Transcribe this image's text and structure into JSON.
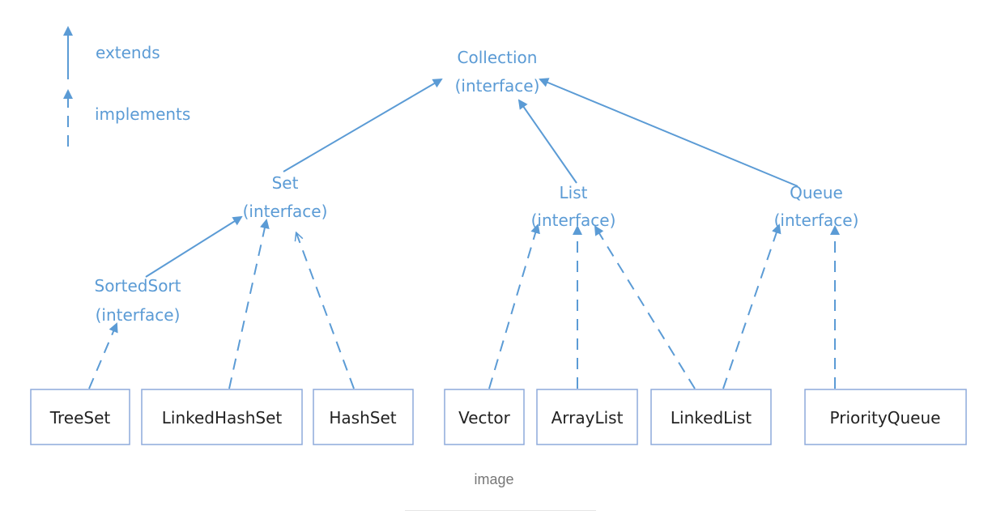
{
  "legend": {
    "extends_label": "extends",
    "implements_label": "implements"
  },
  "interfaces": {
    "collection": {
      "name": "Collection",
      "kind": "(interface)"
    },
    "set": {
      "name": "Set",
      "kind": "(interface)"
    },
    "list": {
      "name": "List",
      "kind": "(interface)"
    },
    "queue": {
      "name": "Queue",
      "kind": "(interface)"
    },
    "sortedsort": {
      "name": "SortedSort",
      "kind": "(interface)"
    }
  },
  "classes": {
    "treeset": "TreeSet",
    "linkedhashset": "LinkedHashSet",
    "hashset": "HashSet",
    "vector": "Vector",
    "arraylist": "ArrayList",
    "linkedlist": "LinkedList",
    "priorityqueue": "PriorityQueue"
  },
  "relations": [
    {
      "from": "Set",
      "to": "Collection",
      "type": "extends"
    },
    {
      "from": "List",
      "to": "Collection",
      "type": "extends"
    },
    {
      "from": "Queue",
      "to": "Collection",
      "type": "extends"
    },
    {
      "from": "SortedSort",
      "to": "Set",
      "type": "extends"
    },
    {
      "from": "TreeSet",
      "to": "SortedSort",
      "type": "implements"
    },
    {
      "from": "LinkedHashSet",
      "to": "Set",
      "type": "implements"
    },
    {
      "from": "HashSet",
      "to": "Set",
      "type": "implements"
    },
    {
      "from": "Vector",
      "to": "List",
      "type": "implements"
    },
    {
      "from": "ArrayList",
      "to": "List",
      "type": "implements"
    },
    {
      "from": "LinkedList",
      "to": "List",
      "type": "implements"
    },
    {
      "from": "LinkedList",
      "to": "Queue",
      "type": "implements"
    },
    {
      "from": "PriorityQueue",
      "to": "Queue",
      "type": "implements"
    }
  ],
  "colors": {
    "line": "#5b9bd5",
    "box_border": "#8eaadb",
    "class_text": "#222222"
  },
  "caption": "image"
}
